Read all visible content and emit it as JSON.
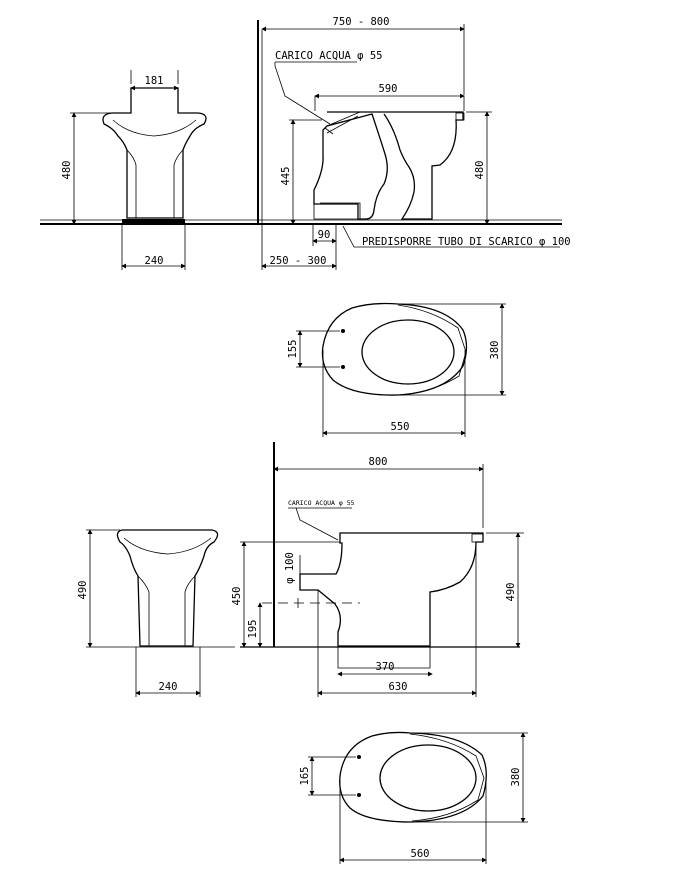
{
  "top_model": {
    "side_dims": {
      "width": "181",
      "height": "480",
      "base": "240"
    },
    "front_dims": {
      "wall_range": "750 - 800",
      "water_inlet": "CARICO ACQUA φ 55",
      "length": "590",
      "height_left": "445",
      "height_right": "480",
      "offset": "90",
      "drain_note": "PREDISPORRE TUBO DI SCARICO φ 100",
      "drain_range": "250 - 300"
    },
    "plan_dims": {
      "fixing": "155",
      "length": "550",
      "width": "380"
    }
  },
  "bottom_model": {
    "side_dims": {
      "height": "490",
      "base": "240"
    },
    "front_dims": {
      "length": "800",
      "water_inlet": "CARICO ACQUA φ 55",
      "outlet": "φ 100",
      "height_left": "450",
      "drain_height": "195",
      "height_right": "490",
      "base_inner": "370",
      "base_outer": "630"
    },
    "plan_dims": {
      "fixing": "165",
      "length": "560",
      "width": "380"
    }
  }
}
